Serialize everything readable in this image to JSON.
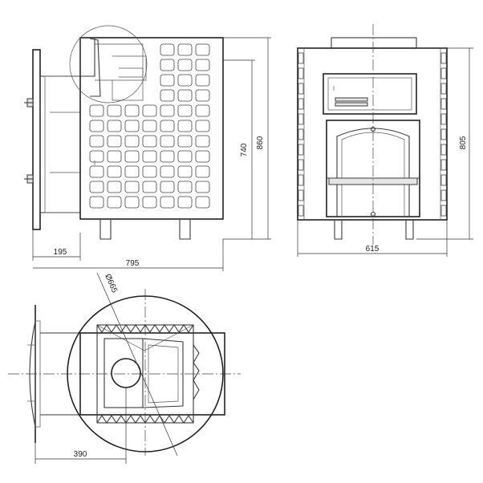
{
  "dimensions": {
    "side_width_total": "795",
    "side_flange": "195",
    "side_height_total": "860",
    "side_height_body": "740",
    "front_width": "615",
    "front_height": "805",
    "top_diameter": "Ø665",
    "top_offset": "390"
  }
}
